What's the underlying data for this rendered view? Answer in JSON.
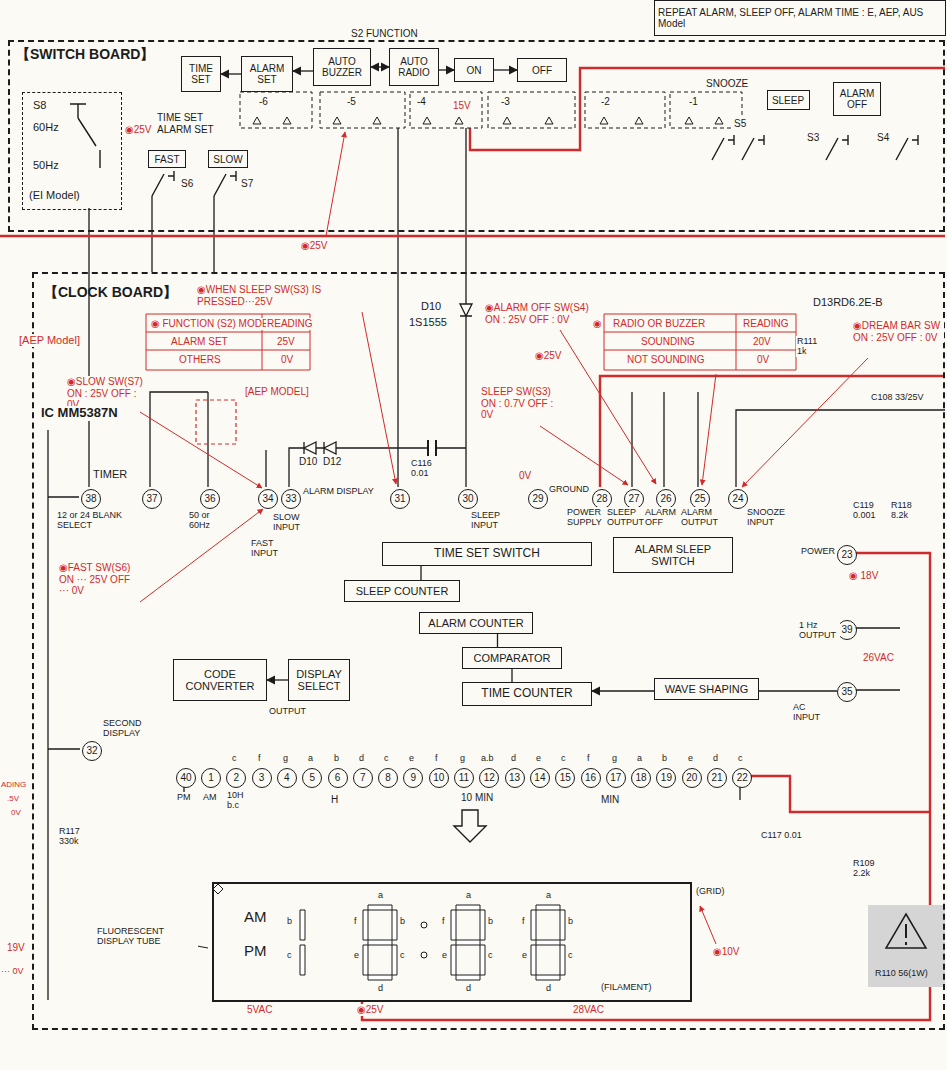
{
  "diagram": {
    "nodes": [
      {
        "text": [
          "REPEAT ALARM, SLEEP OFF, ALARM TIME : E, AEP, AUS Model"
        ]
      },
      {
        "text": [
          "【SWITCH BOARD】"
        ]
      },
      {
        "text": [
          "S8",
          "60Hz",
          "50Hz",
          "(EI Model)"
        ],
        "in": 1
      },
      {
        "text": [
          "TIME SET"
        ],
        "in": 1
      },
      {
        "text": [
          "ALARM SET"
        ],
        "in": 1
      },
      {
        "text": [
          "AUTO BUZZER"
        ],
        "in": 1
      },
      {
        "text": [
          "AUTO RADIO"
        ],
        "in": 1
      },
      {
        "text": [
          "ON"
        ],
        "in": 1
      },
      {
        "text": [
          "OFF"
        ],
        "in": 1
      },
      {
        "text": [
          "FAST"
        ],
        "in": 1
      },
      {
        "text": [
          "SLOW"
        ],
        "in": 1
      },
      {
        "text": [
          "SLEEP"
        ],
        "in": 1
      },
      {
        "text": [
          "ALARM OFF"
        ],
        "in": 1
      },
      {
        "text": [
          "【CLOCK BOARD】"
        ]
      },
      {
        "text": [
          "TIME SET SWITCH"
        ],
        "in": 13
      },
      {
        "text": [
          "SLEEP COUNTER"
        ],
        "in": 13
      },
      {
        "text": [
          "ALARM COUNTER"
        ],
        "in": 13
      },
      {
        "text": [
          "COMPARATOR"
        ],
        "in": 13
      },
      {
        "text": [
          "TIME COUNTER"
        ],
        "in": 13
      },
      {
        "text": [
          "ALARM SLEEP SWITCH"
        ],
        "in": 13
      },
      {
        "text": [
          "WAVE SHAPING"
        ],
        "in": 13
      },
      {
        "text": [
          "CODE CONVERTER"
        ],
        "in": 13
      },
      {
        "text": [
          "DISPLAY SELECT"
        ],
        "in": 13
      },
      {
        "text": [
          "AM",
          "PM"
        ],
        "in": 13
      },
      {
        "text": [
          "38"
        ],
        "in": 13
      },
      {
        "text": [
          "37"
        ],
        "in": 13
      },
      {
        "text": [
          "36"
        ],
        "in": 13
      },
      {
        "text": [
          "34"
        ],
        "in": 13
      },
      {
        "text": [
          "33"
        ],
        "in": 13
      },
      {
        "text": [
          "31"
        ],
        "in": 13
      },
      {
        "text": [
          "30"
        ],
        "in": 13
      },
      {
        "text": [
          "29"
        ],
        "in": 13
      },
      {
        "text": [
          "28"
        ],
        "in": 13
      },
      {
        "text": [
          "27"
        ],
        "in": 13
      },
      {
        "text": [
          "26"
        ],
        "in": 13
      },
      {
        "text": [
          "25"
        ],
        "in": 13
      },
      {
        "text": [
          "24"
        ],
        "in": 13
      },
      {
        "text": [
          "23"
        ],
        "in": 13
      },
      {
        "text": [
          "39"
        ],
        "in": 13
      },
      {
        "text": [
          "35"
        ],
        "in": 13
      },
      {
        "text": [
          "32"
        ],
        "in": 13
      },
      {
        "text": [
          "40"
        ],
        "in": 13
      },
      {
        "text": [
          "1"
        ],
        "in": 13
      },
      {
        "text": [
          "2"
        ],
        "in": 13
      },
      {
        "text": [
          "3"
        ],
        "in": 13
      },
      {
        "text": [
          "4"
        ],
        "in": 13
      },
      {
        "text": [
          "5"
        ],
        "in": 13
      },
      {
        "text": [
          "6"
        ],
        "in": 13
      },
      {
        "text": [
          "7"
        ],
        "in": 13
      },
      {
        "text": [
          "8"
        ],
        "in": 13
      },
      {
        "text": [
          "9"
        ],
        "in": 13
      },
      {
        "text": [
          "10"
        ],
        "in": 13
      },
      {
        "text": [
          "11"
        ],
        "in": 13
      },
      {
        "text": [
          "12"
        ],
        "in": 13
      },
      {
        "text": [
          "13"
        ],
        "in": 13
      },
      {
        "text": [
          "14"
        ],
        "in": 13
      },
      {
        "text": [
          "15"
        ],
        "in": 13
      },
      {
        "text": [
          "16"
        ],
        "in": 13
      },
      {
        "text": [
          "17"
        ],
        "in": 13
      },
      {
        "text": [
          "18"
        ],
        "in": 13
      },
      {
        "text": [
          "19"
        ],
        "in": 13
      },
      {
        "text": [
          "20"
        ],
        "in": 13
      },
      {
        "text": [
          "21"
        ],
        "in": 13
      },
      {
        "text": [
          "22"
        ],
        "in": 13
      }
    ],
    "edges": [
      {
        "from": 4,
        "to": 3,
        "arrow": "to"
      },
      {
        "from": 5,
        "to": 4,
        "arrow": "to"
      },
      {
        "from": 5,
        "to": 6,
        "arrow": "both"
      },
      {
        "from": 6,
        "to": 7,
        "arrow": "to"
      },
      {
        "from": 7,
        "to": 8,
        "arrow": "to"
      },
      {
        "from": 14,
        "to": 15,
        "arrow": "none"
      },
      {
        "from": 16,
        "to": 17,
        "arrow": "none"
      },
      {
        "from": 18,
        "to": 17,
        "arrow": "none"
      },
      {
        "from": 22,
        "to": 21,
        "arrow": "to"
      },
      {
        "from": 39,
        "to": 20,
        "arrow": "none"
      },
      {
        "from": 20,
        "to": 18,
        "arrow": "to"
      }
    ],
    "labels": [
      "S2 FUNCTION",
      "◉25V",
      "TIME SET ALARM SET",
      "S6",
      "S7",
      "-6",
      "-5",
      "-4",
      "15V",
      "-3",
      "-2",
      "-1",
      "SNOOZE",
      "S5",
      "S3",
      "S4",
      "◉25V",
      "◉WHEN SLEEP SW(S3) IS PRESSED···25V",
      "◉ FUNCTION (S2) MODE",
      "READING",
      "ALARM SET",
      "25V",
      "OTHERS",
      "0V",
      "D10",
      "1S1555",
      "◉ALARM OFF SW(S4) ON : 25V OFF : 0V",
      "◉25V",
      "◉",
      "RADIO OR BUZZER",
      "READING",
      "SOUNDING",
      "20V",
      "NOT SOUNDING",
      "0V",
      "D13RD6.2E-B",
      "R111 1k",
      "◉DREAM BAR SW ON : 25V OFF : 0V",
      "[AEP Model]",
      "◉SLOW SW(S7) ON : 25V OFF : 0V",
      "[AEP MODEL]",
      "IC MM5387N",
      "TIMER",
      "D10",
      "D12",
      "C116 0.01",
      "SLEEP SW(S3) ON : 0.7V OFF : 0V",
      "0V",
      "C108 33/25V",
      "12 or 24 BLANK SELECT",
      "50 or 60Hz",
      "SLOW INPUT",
      "ALARM DISPLAY",
      "SLEEP INPUT",
      "GROUND",
      "POWER SUPPLY",
      "SLEEP OUTPUT",
      "ALARM OFF",
      "ALARM OUTPUT",
      "SNOOZE INPUT",
      "FAST INPUT",
      "◉FAST SW(S6) ON ··· 25V OFF ··· 0V",
      "POWER",
      "◉ 18V",
      "C119 0.001",
      "R118 8.2k",
      "1 Hz OUTPUT",
      "26VAC",
      "AC INPUT",
      "SECOND DISPLAY",
      "OUTPUT",
      "c",
      "f",
      "g",
      "a",
      "b",
      "d",
      "c",
      "e",
      "f",
      "g",
      "a.b",
      "d",
      "e",
      "c",
      "f",
      "g",
      "a",
      "b",
      "e",
      "d",
      "c",
      "PM",
      "AM",
      "10H b.c",
      "H",
      "10 MIN",
      "MIN",
      "R117 330k",
      "C117 0.01",
      "R109 2.2k",
      "FLUORESCENT DISPLAY TUBE",
      "(GRID)",
      "◉10V",
      "(FILAMENT)",
      "5VAC",
      "◉25V",
      "28VAC",
      "R110 56(1W)",
      "ADING",
      ".5V",
      "0V",
      "19V",
      "··· 0V",
      "b",
      "c",
      "a",
      "f",
      "b",
      "e",
      "c",
      "d",
      "a",
      "f",
      "b",
      "e",
      "c",
      "d",
      "a",
      "f",
      "b",
      "e",
      "c",
      "d"
    ]
  }
}
